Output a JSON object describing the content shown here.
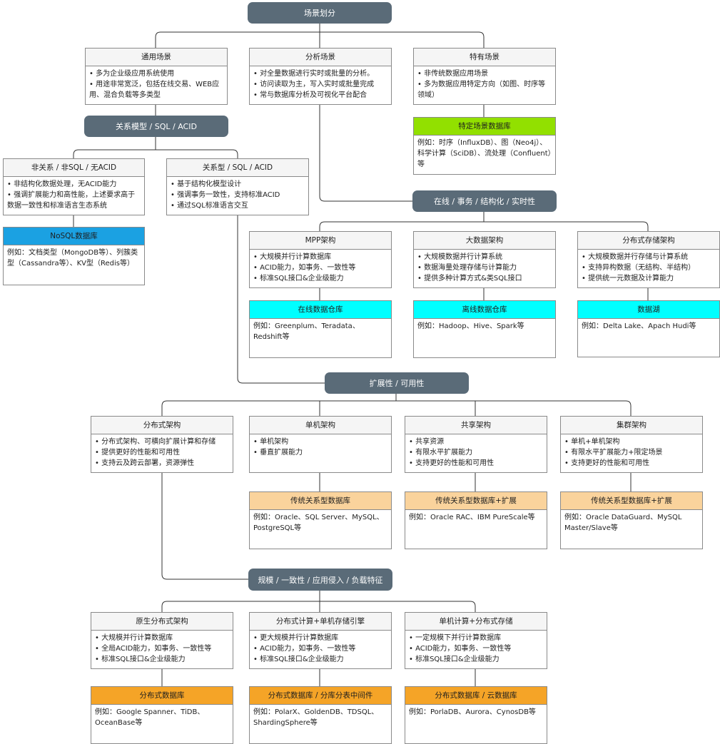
{
  "pills": {
    "root": "场景划分",
    "relational": "关系模型 / SQL / ACID",
    "online": "在线 / 事务 / 结构化 / 实时性",
    "scale": "扩展性 / 可用性",
    "consistency": "规模 / 一致性 / 应用侵入 / 负载特征"
  },
  "scenes": {
    "general": {
      "title": "通用场景",
      "items": [
        "多为企业级应用系统使用",
        "用途非常宽泛，包括在线交易、WEB应用、混合负载等多类型"
      ]
    },
    "analysis": {
      "title": "分析场景",
      "items": [
        "对全量数据进行实时或批量的分析。",
        "访问读取为主，写入实时或批量完成",
        "常与数据库分析及可视化平台配合"
      ]
    },
    "special": {
      "title": "特有场景",
      "items": [
        "非传统数据应用场景",
        "多为数据应用特定方向（如图、时序等领域）"
      ]
    }
  },
  "special_db": {
    "title": "特定场景数据库",
    "text": "例如：时序（InfluxDB）、图（Neo4j）、科学计算（SciDB）、流处理（Confluent）等"
  },
  "nonrel": {
    "title": "非关系 / 非SQL / 无ACID",
    "items": [
      "非结构化数据处理，无ACID能力",
      "强调扩展能力和高性能，上述要求高于数据一致性和标准语言生态系统"
    ]
  },
  "nosql_db": {
    "title": "NoSQL数据库",
    "text": "例如：文档类型（MongoDB等）、列簇类型（Cassandra等）、KV型（Redis等）"
  },
  "rel": {
    "title": "关系型 / SQL / ACID",
    "items": [
      "基于结构化模型设计",
      "强调事务一致性，支持标准ACID",
      "通过SQL标准语言交互"
    ]
  },
  "arch1": {
    "mpp": {
      "title": "MPP架构",
      "items": [
        "大规模并行计算数据库",
        "ACID能力，如事务、一致性等",
        "标准SQL接口&企业级能力"
      ]
    },
    "bigdata": {
      "title": "大数据架构",
      "items": [
        "大规模数据并行计算系统",
        "数据海量处理存储与计算能力",
        "提供多种计算方式&类SQL接口"
      ]
    },
    "dist_storage": {
      "title": "分布式存储架构",
      "items": [
        "大规模数据并行存储与计算系统",
        "支持异构数据（无结构、半结构）",
        "提供统一元数据及计算能力"
      ]
    }
  },
  "db1": {
    "online_dw": {
      "title": "在线数据仓库",
      "text": "例如：Greenplum、Teradata、Redshift等"
    },
    "offline_dw": {
      "title": "离线数据仓库",
      "text": "例如：Hadoop、Hive、Spark等"
    },
    "lake": {
      "title": "数据湖",
      "text": "例如：Delta Lake、Apach Hudi等"
    }
  },
  "arch2": {
    "distributed": {
      "title": "分布式架构",
      "items": [
        "分布式架构、可横向扩展计算和存储",
        "提供更好的性能和可用性",
        "支持云及跨云部署，资源弹性"
      ]
    },
    "single": {
      "title": "单机架构",
      "items": [
        "单机架构",
        "垂直扩展能力"
      ]
    },
    "shared": {
      "title": "共享架构",
      "items": [
        "共享资源",
        "有限水平扩展能力",
        "支持更好的性能和可用性"
      ]
    },
    "cluster": {
      "title": "集群架构",
      "items": [
        "单机+单机架构",
        "有限水平扩展能力+限定场景",
        "支持更好的性能和可用性"
      ]
    }
  },
  "db2": {
    "trad": {
      "title": "传统关系型数据库",
      "text": "例如：Oracle、SQL Server、MySQL、PostgreSQL等"
    },
    "trad_shared": {
      "title": "传统关系型数据库+扩展",
      "text": "例如：Oracle RAC、IBM PureScale等"
    },
    "trad_cluster": {
      "title": "传统关系型数据库+扩展",
      "text": "例如：Oracle DataGuard、MySQL Master/Slave等"
    }
  },
  "arch3": {
    "native": {
      "title": "原生分布式架构",
      "items": [
        "大规模并行计算数据库",
        "全局ACID能力，如事务、一致性等",
        "标准SQL接口&企业级能力"
      ]
    },
    "compute_single": {
      "title": "分布式计算+单机存储引擎",
      "items": [
        "更大规模并行计算数据库",
        "ACID能力，如事务、一致性等",
        "标准SQL接口&企业级能力"
      ]
    },
    "single_dist": {
      "title": "单机计算+分布式存储",
      "items": [
        "一定规模下并行计算数据库",
        "ACID能力，如事务、一致性等",
        "标准SQL接口&企业级能力"
      ]
    }
  },
  "db3": {
    "dist_db": {
      "title": "分布式数据库",
      "text": "例如：Google Spanner、TiDB、OceanBase等"
    },
    "middleware": {
      "title": "分布式数据库 / 分库分表中间件",
      "text": "例如：PolarX、GoldenDB、TDSQL、ShardingSphere等"
    },
    "cloud": {
      "title": "分布式数据库 / 云数据库",
      "text": "例如：PorlaDB、Aurora、CynosDB等"
    }
  },
  "colors": {
    "pill": "#5a6b78",
    "special_db": "#92e000",
    "nosql": "#1ba1e2",
    "warehouse": "#00ffff",
    "traditional": "#fad39c",
    "distributed": "#f5a427"
  }
}
